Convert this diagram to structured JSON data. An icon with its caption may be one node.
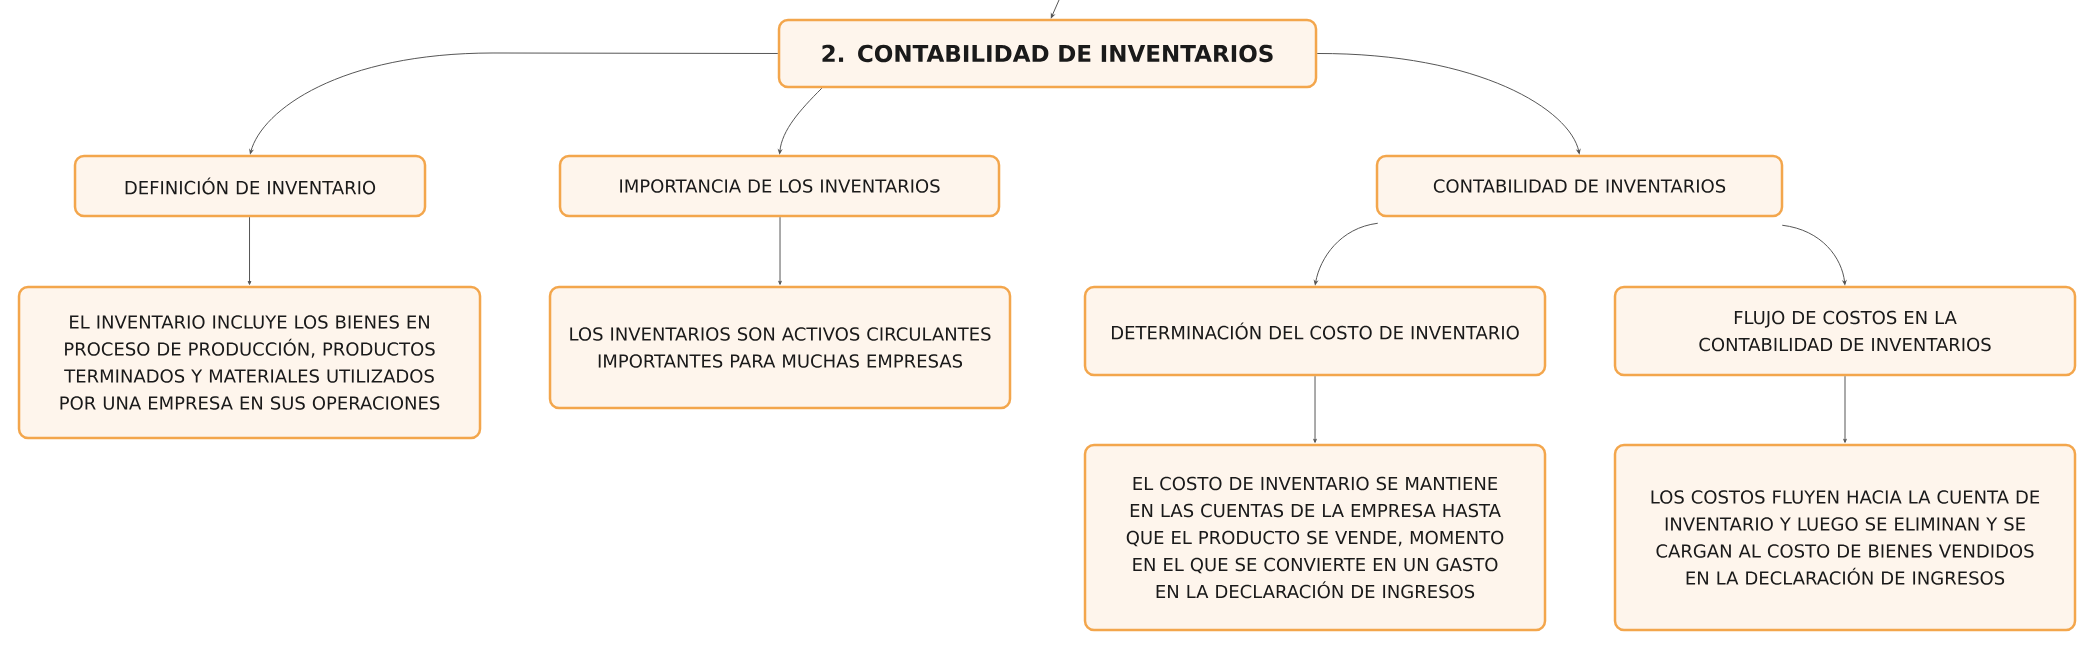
{
  "diagram": {
    "nodes": [
      {
        "text": [
          "2. CONTABILIDAD DE INVENTARIOS"
        ]
      },
      {
        "text": [
          "DEFINICIÓN DE INVENTARIO"
        ]
      },
      {
        "text": [
          "IMPORTANCIA DE LOS INVENTARIOS"
        ]
      },
      {
        "text": [
          "CONTABILIDAD DE INVENTARIOS"
        ]
      },
      {
        "text": [
          "EL INVENTARIO INCLUYE LOS BIENES EN PROCESO DE PRODUCCIÓN, PRODUCTOS TERMINADOS Y MATERIALES UTILIZADOS POR UNA EMPRESA EN SUS OPERACIONES"
        ]
      },
      {
        "text": [
          "LOS INVENTARIOS SON ACTIVOS CIRCULANTES IMPORTANTES PARA MUCHAS EMPRESAS"
        ]
      },
      {
        "text": [
          "DETERMINACIÓN DEL COSTO DE INVENTARIO"
        ]
      },
      {
        "text": [
          "FLUJO DE COSTOS EN LA CONTABILIDAD DE INVENTARIOS"
        ]
      },
      {
        "text": [
          "EL COSTO DE INVENTARIO SE MANTIENE EN LAS CUENTAS DE LA EMPRESA HASTA QUE EL PRODUCTO SE VENDE, MOMENTO EN EL QUE SE CONVIERTE EN UN GASTO EN LA DECLARACIÓN DE INGRESOS"
        ]
      },
      {
        "text": [
          "LOS COSTOS FLUYEN HACIA LA CUENTA DE INVENTARIO Y LUEGO SE ELIMINAN Y SE CARGAN AL COSTO DE BIENES VENDIDOS EN LA DECLARACIÓN DE INGRESOS"
        ]
      }
    ],
    "edges": [
      {
        "from": null,
        "to": 0,
        "arrow": "to"
      },
      {
        "from": 0,
        "to": 1,
        "arrow": "to"
      },
      {
        "from": 0,
        "to": 2,
        "arrow": "to"
      },
      {
        "from": 0,
        "to": 3,
        "arrow": "to"
      },
      {
        "from": 1,
        "to": 4,
        "arrow": "to"
      },
      {
        "from": 2,
        "to": 5,
        "arrow": "to"
      },
      {
        "from": 3,
        "to": 6,
        "arrow": "to"
      },
      {
        "from": 3,
        "to": 7,
        "arrow": "to"
      },
      {
        "from": 6,
        "to": 8,
        "arrow": "to"
      },
      {
        "from": 7,
        "to": 9,
        "arrow": "to"
      }
    ]
  }
}
